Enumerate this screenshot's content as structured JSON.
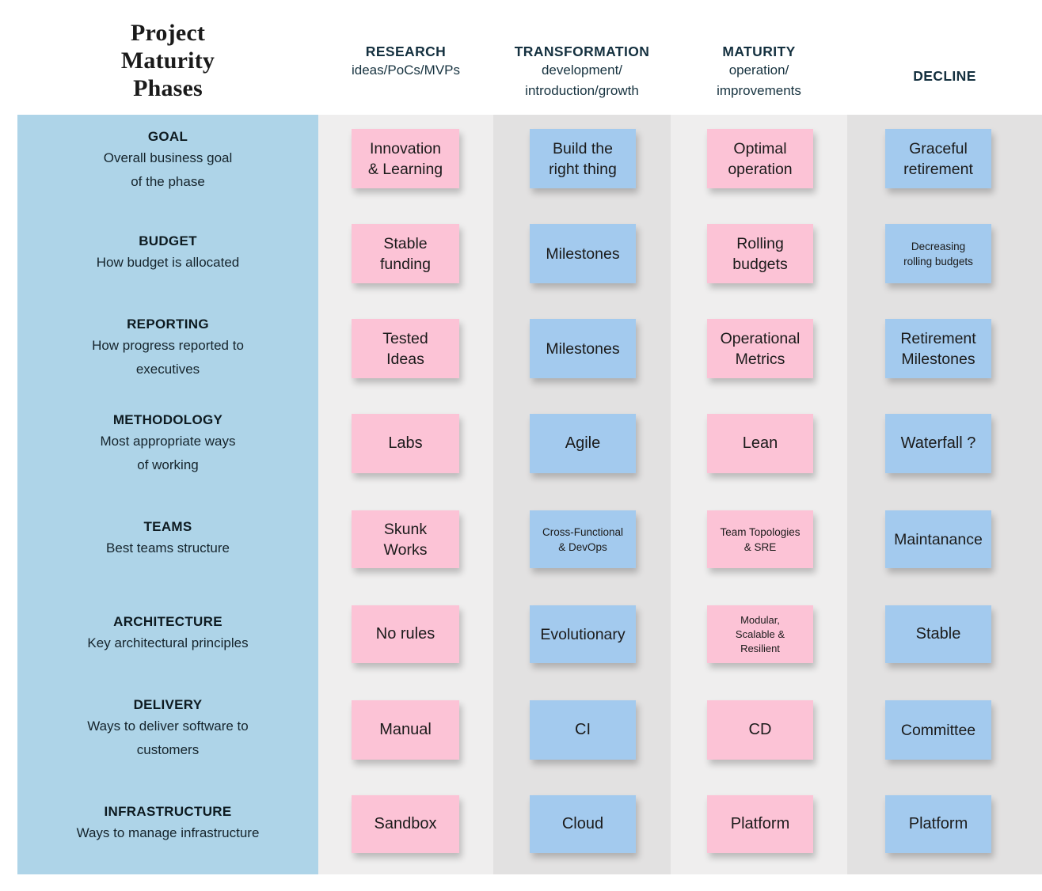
{
  "header": {
    "title": "Project\nMaturity\nPhases",
    "columns": [
      {
        "name": "RESEARCH",
        "subtitle": "ideas/PoCs/MVPs"
      },
      {
        "name": "TRANSFORMATION",
        "subtitle": "development/\nintroduction/growth"
      },
      {
        "name": "MATURITY",
        "subtitle": "operation/\nimprovements"
      },
      {
        "name": "DECLINE",
        "subtitle": ""
      }
    ]
  },
  "colors": {
    "sidebar": "#aed4e8",
    "band_light": "#efeeee",
    "band_dark": "#e2e1e1",
    "note_pink": "#fcc3d6",
    "note_blue": "#a3caee",
    "text_dark": "#14303f"
  },
  "rows": [
    {
      "title": "GOAL",
      "subtitle": "Overall business goal\nof the phase"
    },
    {
      "title": "BUDGET",
      "subtitle": "How budget is allocated"
    },
    {
      "title": "REPORTING",
      "subtitle": "How progress reported to\nexecutives"
    },
    {
      "title": "METHODOLOGY",
      "subtitle": "Most appropriate ways\nof working"
    },
    {
      "title": "TEAMS",
      "subtitle": "Best teams structure"
    },
    {
      "title": "ARCHITECTURE",
      "subtitle": "Key architectural principles"
    },
    {
      "title": "DELIVERY",
      "subtitle": "Ways to deliver software to\ncustomers"
    },
    {
      "title": "INFRASTRUCTURE",
      "subtitle": "Ways to manage infrastructure"
    }
  ],
  "cells": [
    [
      {
        "text": "Innovation\n& Learning",
        "color": "pink",
        "size": "md"
      },
      {
        "text": "Build the\nright thing",
        "color": "blue",
        "size": "md"
      },
      {
        "text": "Optimal\noperation",
        "color": "pink",
        "size": "md"
      },
      {
        "text": "Graceful\nretirement",
        "color": "blue",
        "size": "md"
      }
    ],
    [
      {
        "text": "Stable\nfunding",
        "color": "pink",
        "size": "md"
      },
      {
        "text": "Milestones",
        "color": "blue",
        "size": "md"
      },
      {
        "text": "Rolling\nbudgets",
        "color": "pink",
        "size": "md"
      },
      {
        "text": "Decreasing\nrolling budgets",
        "color": "blue",
        "size": "sm"
      }
    ],
    [
      {
        "text": "Tested\nIdeas",
        "color": "pink",
        "size": "md"
      },
      {
        "text": "Milestones",
        "color": "blue",
        "size": "md"
      },
      {
        "text": "Operational\nMetrics",
        "color": "pink",
        "size": "md"
      },
      {
        "text": "Retirement\nMilestones",
        "color": "blue",
        "size": "md"
      }
    ],
    [
      {
        "text": "Labs",
        "color": "pink",
        "size": "lg"
      },
      {
        "text": "Agile",
        "color": "blue",
        "size": "lg"
      },
      {
        "text": "Lean",
        "color": "pink",
        "size": "lg"
      },
      {
        "text": "Waterfall ?",
        "color": "blue",
        "size": "lg"
      }
    ],
    [
      {
        "text": "Skunk\nWorks",
        "color": "pink",
        "size": "md"
      },
      {
        "text": "Cross-Functional\n& DevOps",
        "color": "blue",
        "size": "sm"
      },
      {
        "text": "Team Topologies\n& SRE",
        "color": "pink",
        "size": "sm"
      },
      {
        "text": "Maintanance",
        "color": "blue",
        "size": "md"
      }
    ],
    [
      {
        "text": "No rules",
        "color": "pink",
        "size": "lg"
      },
      {
        "text": "Evolutionary",
        "color": "blue",
        "size": "md"
      },
      {
        "text": "Modular,\nScalable &\nResilient",
        "color": "pink",
        "size": "xs"
      },
      {
        "text": "Stable",
        "color": "blue",
        "size": "lg"
      }
    ],
    [
      {
        "text": "Manual",
        "color": "pink",
        "size": "lg"
      },
      {
        "text": "CI",
        "color": "blue",
        "size": "lg"
      },
      {
        "text": "CD",
        "color": "pink",
        "size": "lg"
      },
      {
        "text": "Committee",
        "color": "blue",
        "size": "md"
      }
    ],
    [
      {
        "text": "Sandbox",
        "color": "pink",
        "size": "lg"
      },
      {
        "text": "Cloud",
        "color": "blue",
        "size": "lg"
      },
      {
        "text": "Platform",
        "color": "pink",
        "size": "lg"
      },
      {
        "text": "Platform",
        "color": "blue",
        "size": "lg"
      }
    ]
  ]
}
